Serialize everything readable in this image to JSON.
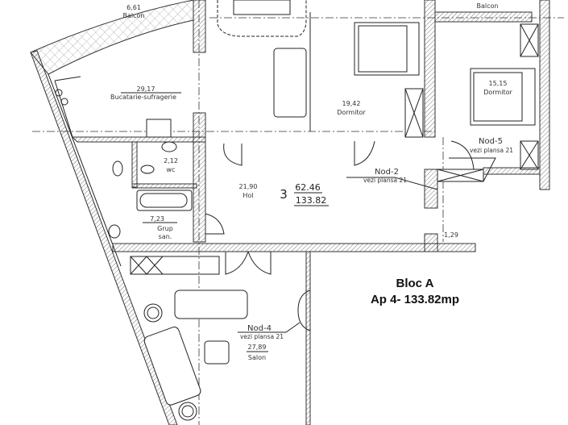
{
  "rooms": {
    "balcon_left": {
      "area": "6,61",
      "name": "Balcon"
    },
    "bucatarie": {
      "area": "29,17",
      "name": "Bucatarie-sufragerie"
    },
    "wc": {
      "area": "2,12",
      "name": "wc"
    },
    "hol": {
      "area": "21,90",
      "name": "Hol"
    },
    "grup_san": {
      "area": "7,23",
      "name_1": "Grup",
      "name_2": "san."
    },
    "dormitor_1": {
      "area": "19,42",
      "name": "Dormitor"
    },
    "dormitor_2": {
      "area": "15,15",
      "name": "Dormitor"
    },
    "balcon_right": {
      "name": "Balcon"
    },
    "small_space": {
      "area": "1,29"
    },
    "salon": {
      "area": "27,89",
      "name": "Salon"
    }
  },
  "apartment_tag": {
    "number": "3",
    "area_1": "62.46",
    "area_2": "133.82"
  },
  "nodes": [
    {
      "label": "Nod-5",
      "ref": "vezi plansa 21"
    },
    {
      "label": "Nod-2",
      "ref": "vezi plansa 21"
    },
    {
      "label": "Nod-4",
      "ref": "vezi plansa 21"
    }
  ],
  "title": {
    "block": "Bloc A",
    "apartment": "Ap 4- 133.82mp"
  }
}
